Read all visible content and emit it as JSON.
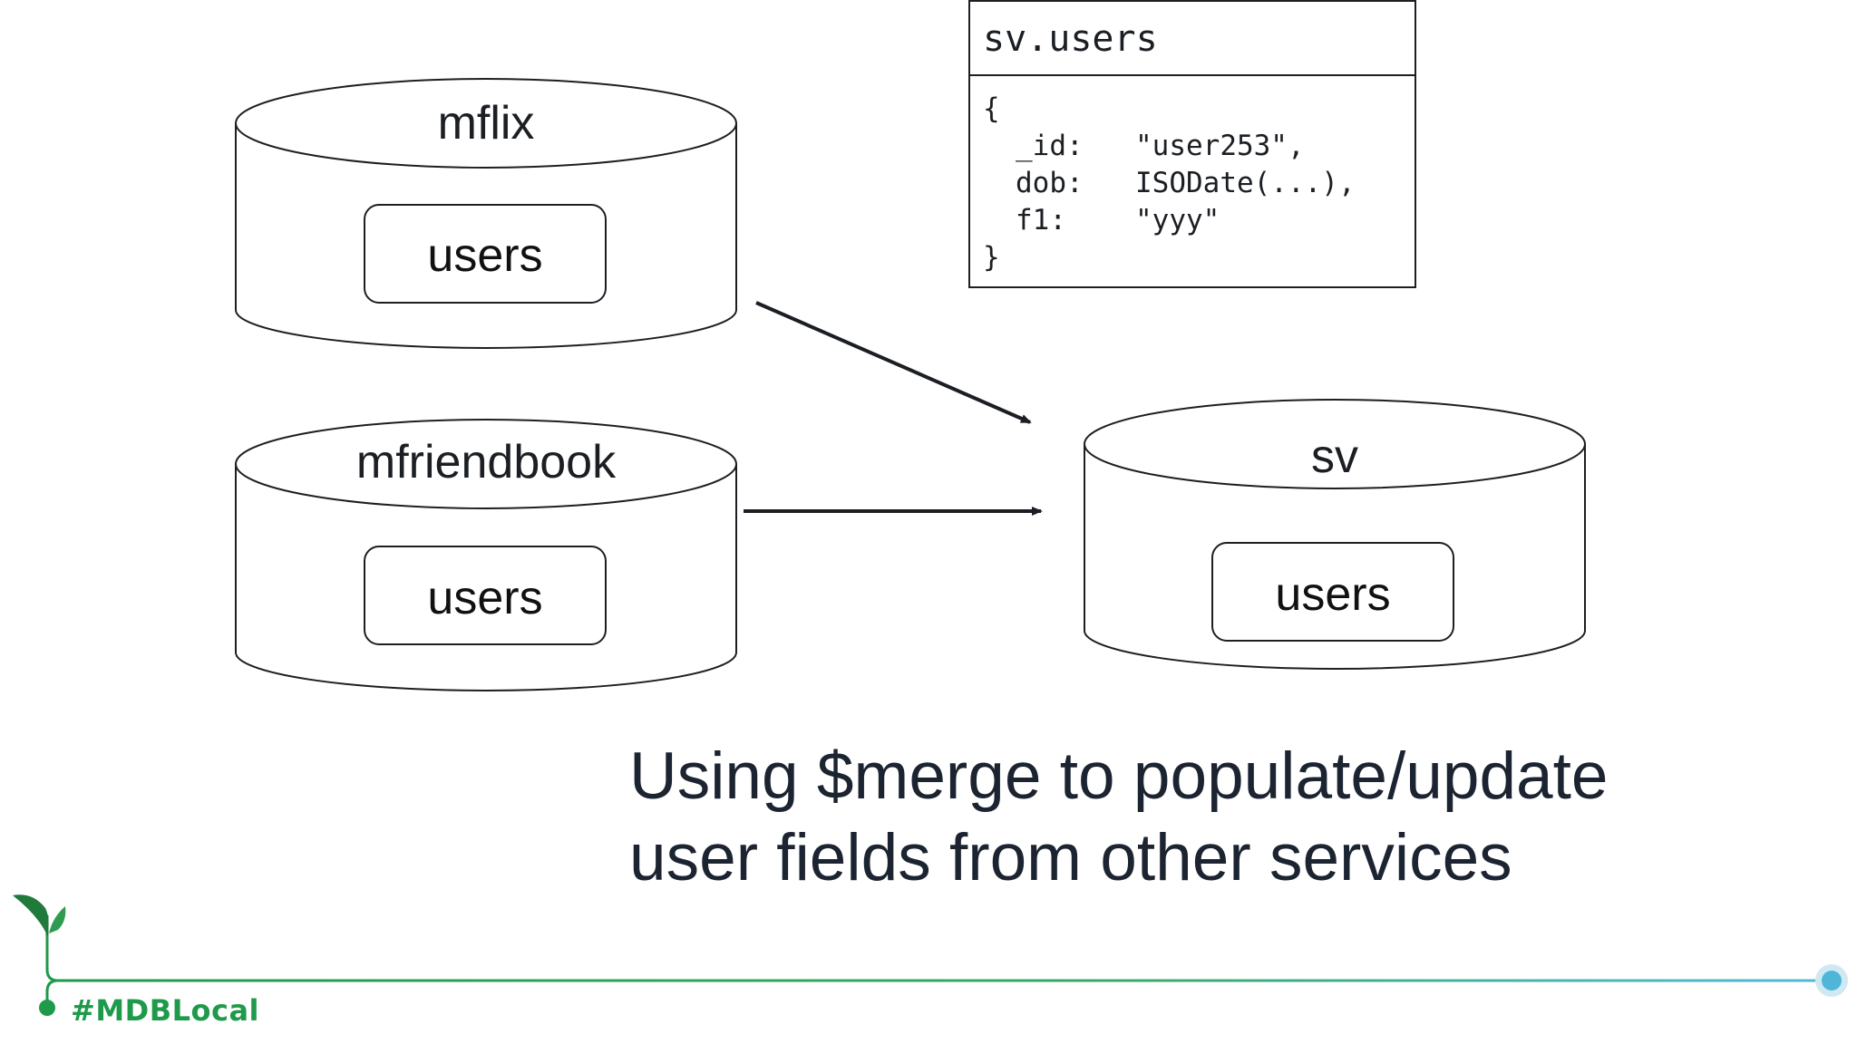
{
  "databases": [
    {
      "name": "mflix",
      "collection": "users"
    },
    {
      "name": "mfriendbook",
      "collection": "users"
    },
    {
      "name": "sv",
      "collection": "users"
    }
  ],
  "document": {
    "title": "sv.users",
    "open_brace": "{",
    "fields": [
      {
        "key": "_id:",
        "value": "\"user253\","
      },
      {
        "key": "dob:",
        "value": "ISODate(...),"
      },
      {
        "key": "f1:",
        "value": "\"yyy\""
      }
    ],
    "close_brace": "}"
  },
  "caption": {
    "line1": "Using $merge to populate/update",
    "line2": "user fields from other services"
  },
  "footer": {
    "hashtag": "#MDBLocal",
    "accent_color": "#1f9a4a",
    "end_dot_color": "#4fb6d9"
  }
}
